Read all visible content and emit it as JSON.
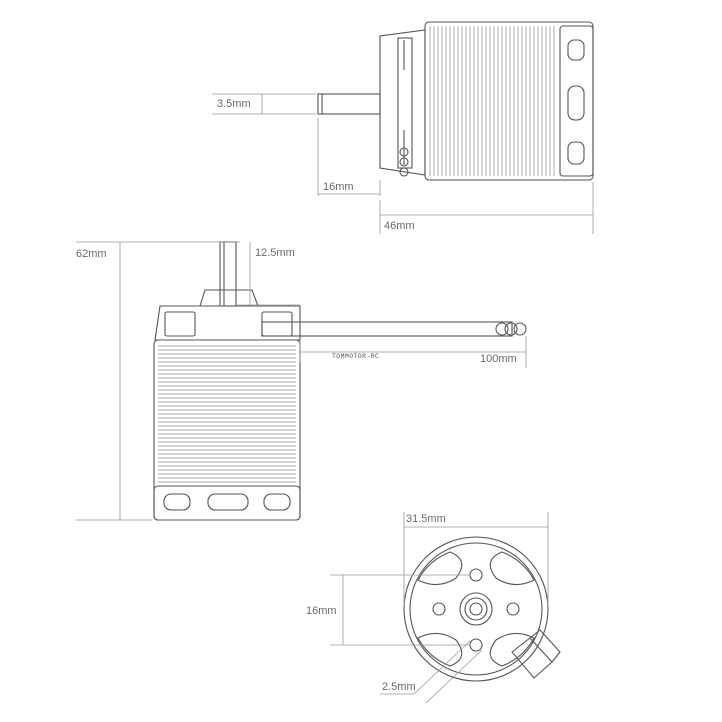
{
  "labels": {
    "shaft_diameter": "3.5mm",
    "shaft_length_top": "16mm",
    "body_length_top": "46mm",
    "overall_height": "62mm",
    "shaft_protrusion": "12.5mm",
    "wire_length": "100mm",
    "brand": "TOMMOTOR-RC",
    "face_diameter": "31.5mm",
    "hole_spacing": "16mm",
    "screw_size": "2.5mm"
  },
  "colors": {
    "line": "#555555",
    "dimension": "#9a9a9a",
    "text": "#6a6a6a"
  }
}
